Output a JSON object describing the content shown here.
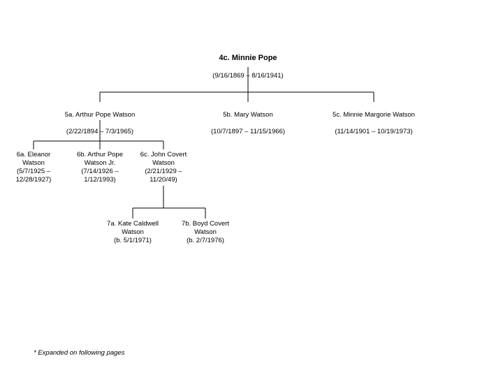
{
  "root": {
    "name": "4c. Minnie Pope",
    "dates": "(9/16/1869 – 8/16/1941)"
  },
  "gen5": [
    {
      "name": "5a. Arthur Pope Watson",
      "dates": "(2/22/1894 – 7/3/1965)"
    },
    {
      "name": "5b. Mary Watson",
      "dates": "(10/7/1897 – 11/15/1966)"
    },
    {
      "name": "5c. Minnie Margorie Watson",
      "dates": "(11/14/1901 – 10/19/1973)"
    }
  ],
  "gen6": [
    {
      "text": "6a. Eleanor\nWatson\n(5/7/1925 –\n12/28/1927)"
    },
    {
      "text": "6b. Arthur Pope\nWatson Jr.\n(7/14/1926 –\n1/12/1993)"
    },
    {
      "text": "6c. John Covert\nWatson\n(2/21/1929 –\n11/20/49)"
    }
  ],
  "gen7": [
    {
      "text": "7a. Kate Caldwell\nWatson\n(b. 5/1/1971)"
    },
    {
      "text": "7b. Boyd Covert\nWatson\n(b. 2/7/1976)"
    }
  ],
  "footnote": "* Expanded on following pages",
  "colors": {
    "line": "#000000",
    "text": "#000000",
    "background": "#ffffff"
  }
}
